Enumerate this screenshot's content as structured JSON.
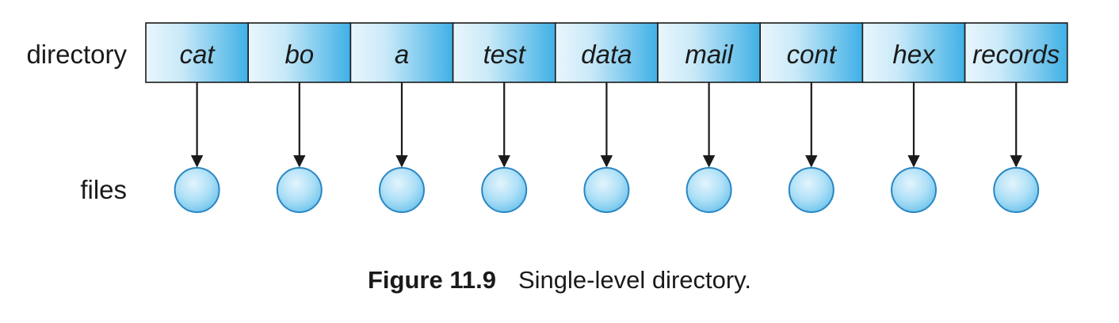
{
  "labels": {
    "directory": "directory",
    "files": "files"
  },
  "entries": [
    "cat",
    "bo",
    "a",
    "test",
    "data",
    "mail",
    "cont",
    "hex",
    "records"
  ],
  "caption": {
    "number": "Figure 11.9",
    "text": "Single-level directory."
  },
  "colors": {
    "cell_light": "#eaf6fd",
    "cell_dark": "#3fb0e6",
    "file_fill": "#a7daf5",
    "file_stroke": "#2a86c4",
    "line": "#1a1a1a"
  }
}
